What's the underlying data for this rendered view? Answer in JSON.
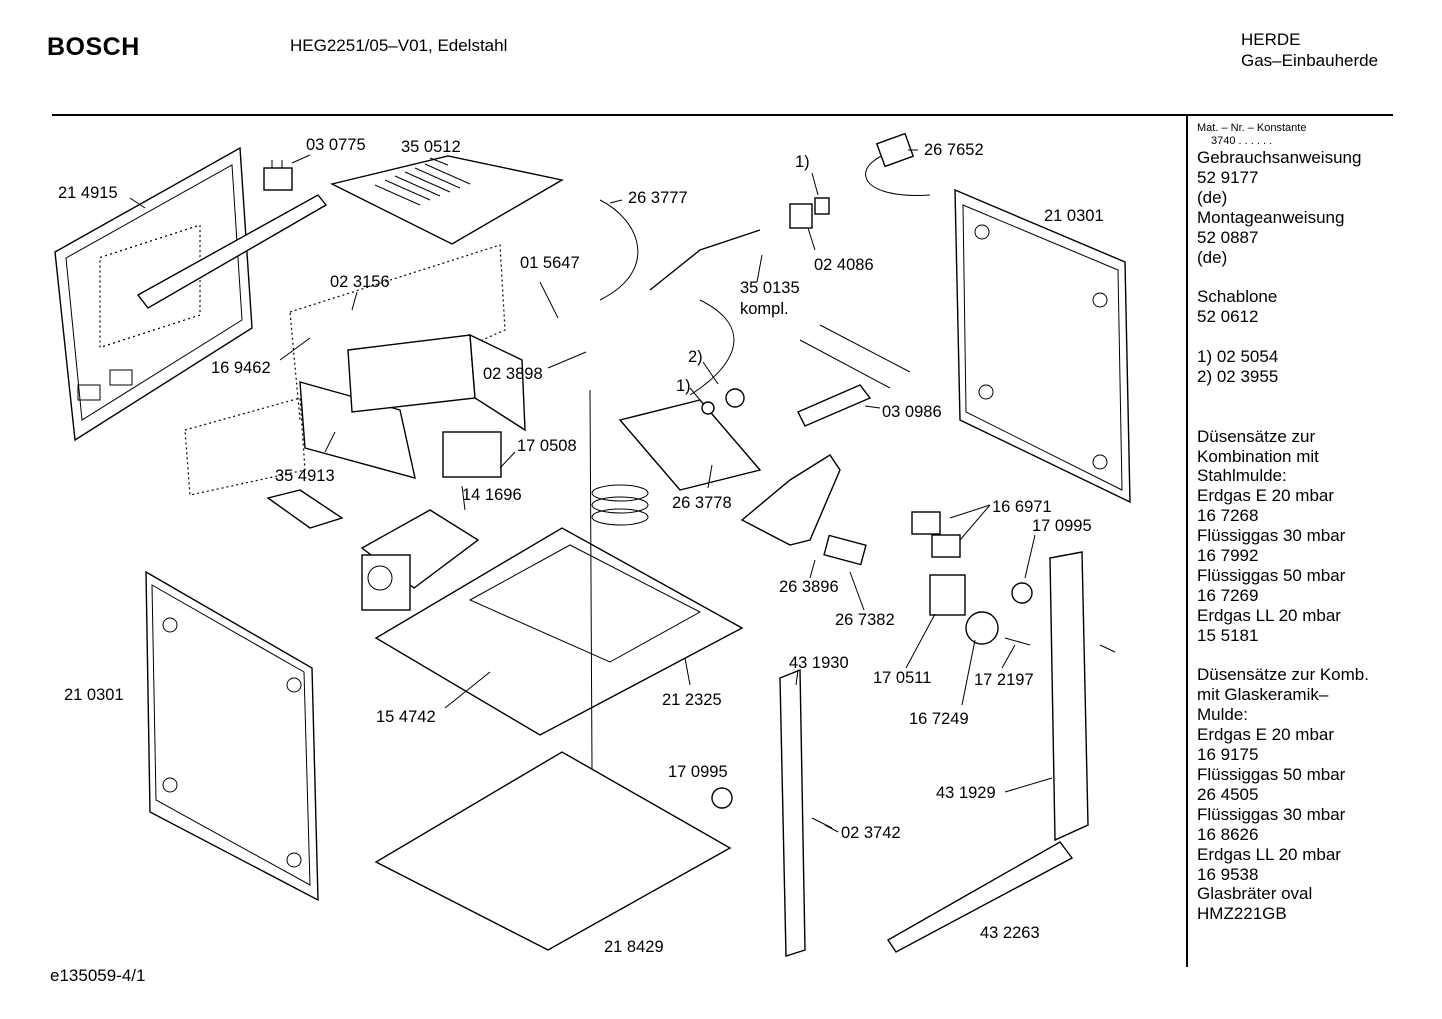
{
  "header": {
    "brand": "BOSCH",
    "model": "HEG2251/05–V01, Edelstahl",
    "category": "HERDE",
    "subcategory": "Gas–Einbauherde"
  },
  "footer": {
    "code": "e135059-4/1"
  },
  "side_panel": {
    "mat_header": "Mat. – Nr. – Konstante",
    "mat_value": "3740 . . . . . .",
    "lines": [
      "Gebrauchsanweisung",
      "52 9177",
      "(de)",
      "Montageanweisung",
      "52 0887",
      "(de)",
      "",
      "Schablone",
      "52 0612",
      "",
      "1) 02 5054",
      "2) 02 3955",
      "",
      "",
      "Düsensätze zur",
      "Kombination mit",
      "Stahlmulde:",
      "Erdgas E 20 mbar",
      "16 7268",
      "Flüssiggas 30 mbar",
      "16 7992",
      "Flüssiggas 50 mbar",
      "16 7269",
      "Erdgas LL 20 mbar",
      "15 5181",
      "",
      "Düsensätze zur Komb.",
      "mit Glaskeramik–",
      "Mulde:",
      "Erdgas E 20 mbar",
      "16 9175",
      "Flüssiggas 50 mbar",
      "26 4505",
      "Flüssiggas 30 mbar",
      "16 8626",
      "Erdgas LL 20 mbar",
      "16 9538",
      "Glasbräter oval",
      "HMZ221GB"
    ]
  },
  "parts": {
    "p214915": "21 4915",
    "p030775": "03 0775",
    "p350512": "35 0512",
    "p263777": "26 3777",
    "note1a": "1)",
    "p267652": "26 7652",
    "p210301a": "21 0301",
    "p024086": "02 4086",
    "p350135": "35 0135",
    "kompl": "kompl.",
    "p015647": "01 5647",
    "p023156": "02 3156",
    "p169462": "16 9462",
    "p023898": "02 3898",
    "note2": "2)",
    "note1b": "1)",
    "p030986": "03 0986",
    "p170508": "17 0508",
    "p354913": "35 4913",
    "p141696": "14 1696",
    "p263778": "26 3778",
    "p166971": "16 6971",
    "p170995a": "17 0995",
    "p263896": "26 3896",
    "p267382": "26 7382",
    "p210301b": "21 0301",
    "p431930": "43 1930",
    "p212325": "21 2325",
    "p170511": "17 0511",
    "p172197": "17 2197",
    "p154742": "15 4742",
    "p167249": "16 7249",
    "p170995b": "17 0995",
    "p431929": "43 1929",
    "p023742": "02 3742",
    "p218429": "21 8429",
    "p432263": "43 2263"
  }
}
